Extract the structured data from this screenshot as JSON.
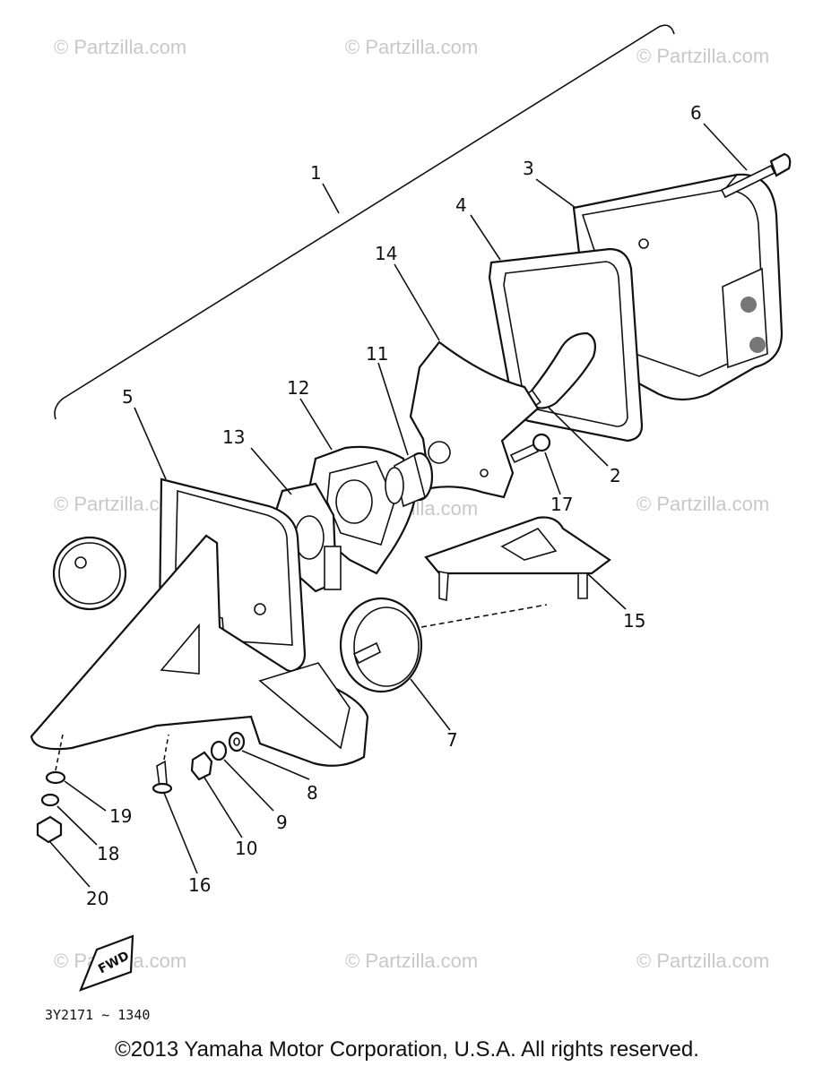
{
  "diagram": {
    "watermarks": [
      "© Partzilla.com",
      "© Partzilla.com",
      "© Partzilla.com",
      "© Partzilla.com",
      "© Partzilla.com",
      "© Partzilla.com",
      "© Partzilla.com",
      "© Partzilla.com",
      "© Partzilla.com"
    ],
    "callouts": {
      "p1": "1",
      "p2": "2",
      "p3": "3",
      "p4": "4",
      "p5": "5",
      "p6": "6",
      "p7": "7",
      "p8": "8",
      "p9": "9",
      "p10": "10",
      "p11": "11",
      "p12": "12",
      "p13": "13",
      "p14": "14",
      "p15": "15",
      "p16": "16",
      "p17": "17",
      "p18": "18",
      "p19": "19",
      "p20": "20"
    },
    "fwd_label": "FWD",
    "drawing_code": "3Y2171 ~ 1340",
    "copyright": "©2013 Yamaha Motor Corporation, U.S.A. All rights reserved."
  }
}
